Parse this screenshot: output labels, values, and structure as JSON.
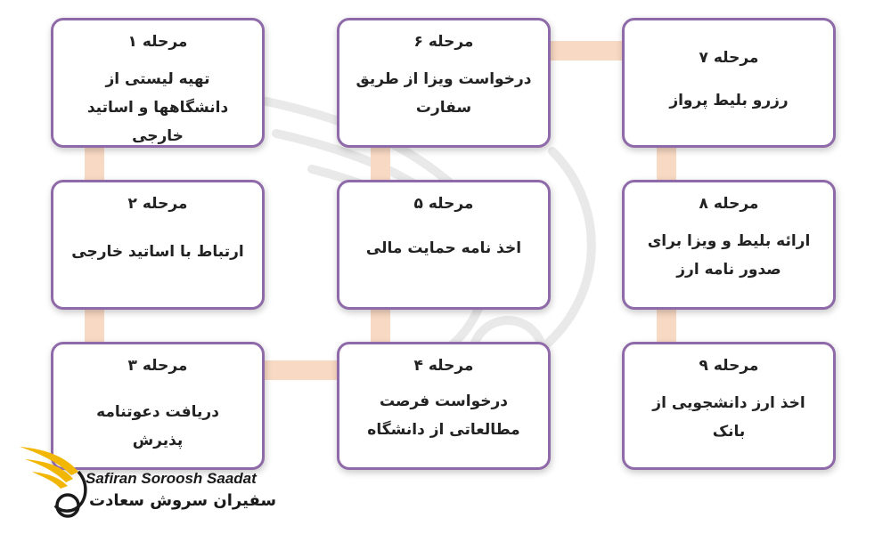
{
  "steps": [
    {
      "label": "مرحله ۱",
      "text": "تهیه لیستی از دانشگاهها و اساتید خارجی"
    },
    {
      "label": "مرحله ۲",
      "text": "ارتباط با اساتید خارجی"
    },
    {
      "label": "مرحله ۳",
      "text": "دریافت دعوتنامه پذیرش"
    },
    {
      "label": "مرحله ۴",
      "text": "درخواست فرصت مطالعاتی از دانشگاه"
    },
    {
      "label": "مرحله ۵",
      "text": "اخذ نامه حمایت مالی"
    },
    {
      "label": "مرحله ۶",
      "text": "درخواست ویزا از طریق سفارت"
    },
    {
      "label": "مرحله ۷",
      "text": "رزرو بلیط پرواز"
    },
    {
      "label": "مرحله ۸",
      "text": "ارائه بلیط و ویزا برای صدور نامه ارز"
    },
    {
      "label": "مرحله ۹",
      "text": "اخذ ارز دانشجویی از بانک"
    }
  ],
  "brand": {
    "name_en": "Safiran Soroosh Saadat",
    "name_fa": "سفیران سروش سعادت",
    "colors": {
      "card_border": "#8f6aa9",
      "connector": "#f8d9c4",
      "logo_gold": "#f2b705"
    }
  }
}
